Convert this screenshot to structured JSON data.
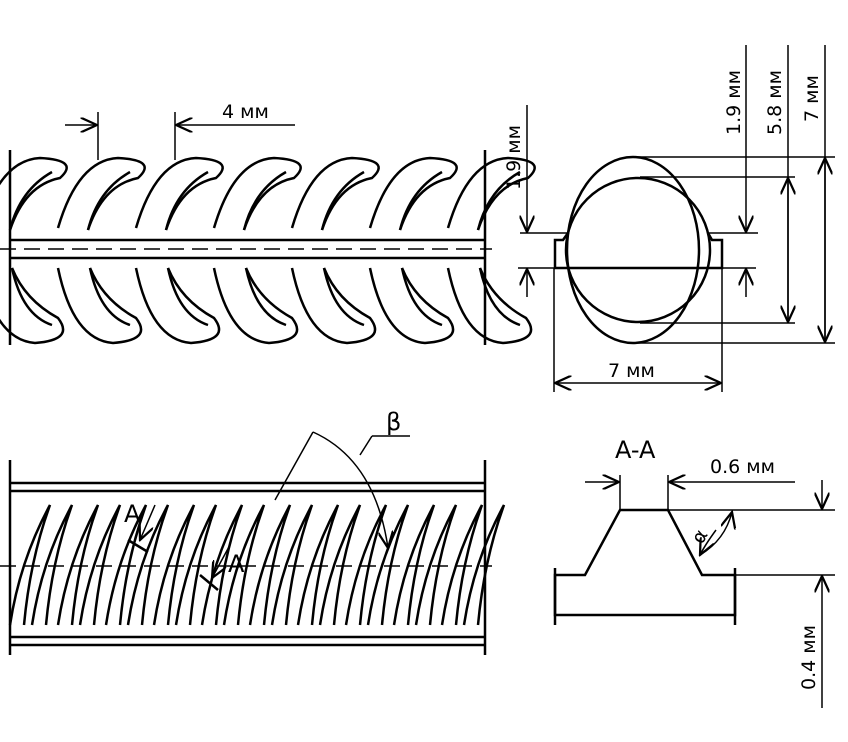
{
  "side_view": {
    "rib_spacing_label": "4 мм"
  },
  "cross_section": {
    "rib_height_left_label": "1.9 мм",
    "rib_height_right_label": "1.9 мм",
    "core_diameter_label": "5.8 мм",
    "outer_diameter_label": "7 мм",
    "width_label": "7 мм"
  },
  "top_view": {
    "section_mark_1": "A",
    "section_mark_2": "A",
    "angle_label": "β"
  },
  "section_aa": {
    "title": "A-A",
    "top_width_label": "0.6 мм",
    "height_label": "0.4 мм",
    "angle_label": "α"
  }
}
